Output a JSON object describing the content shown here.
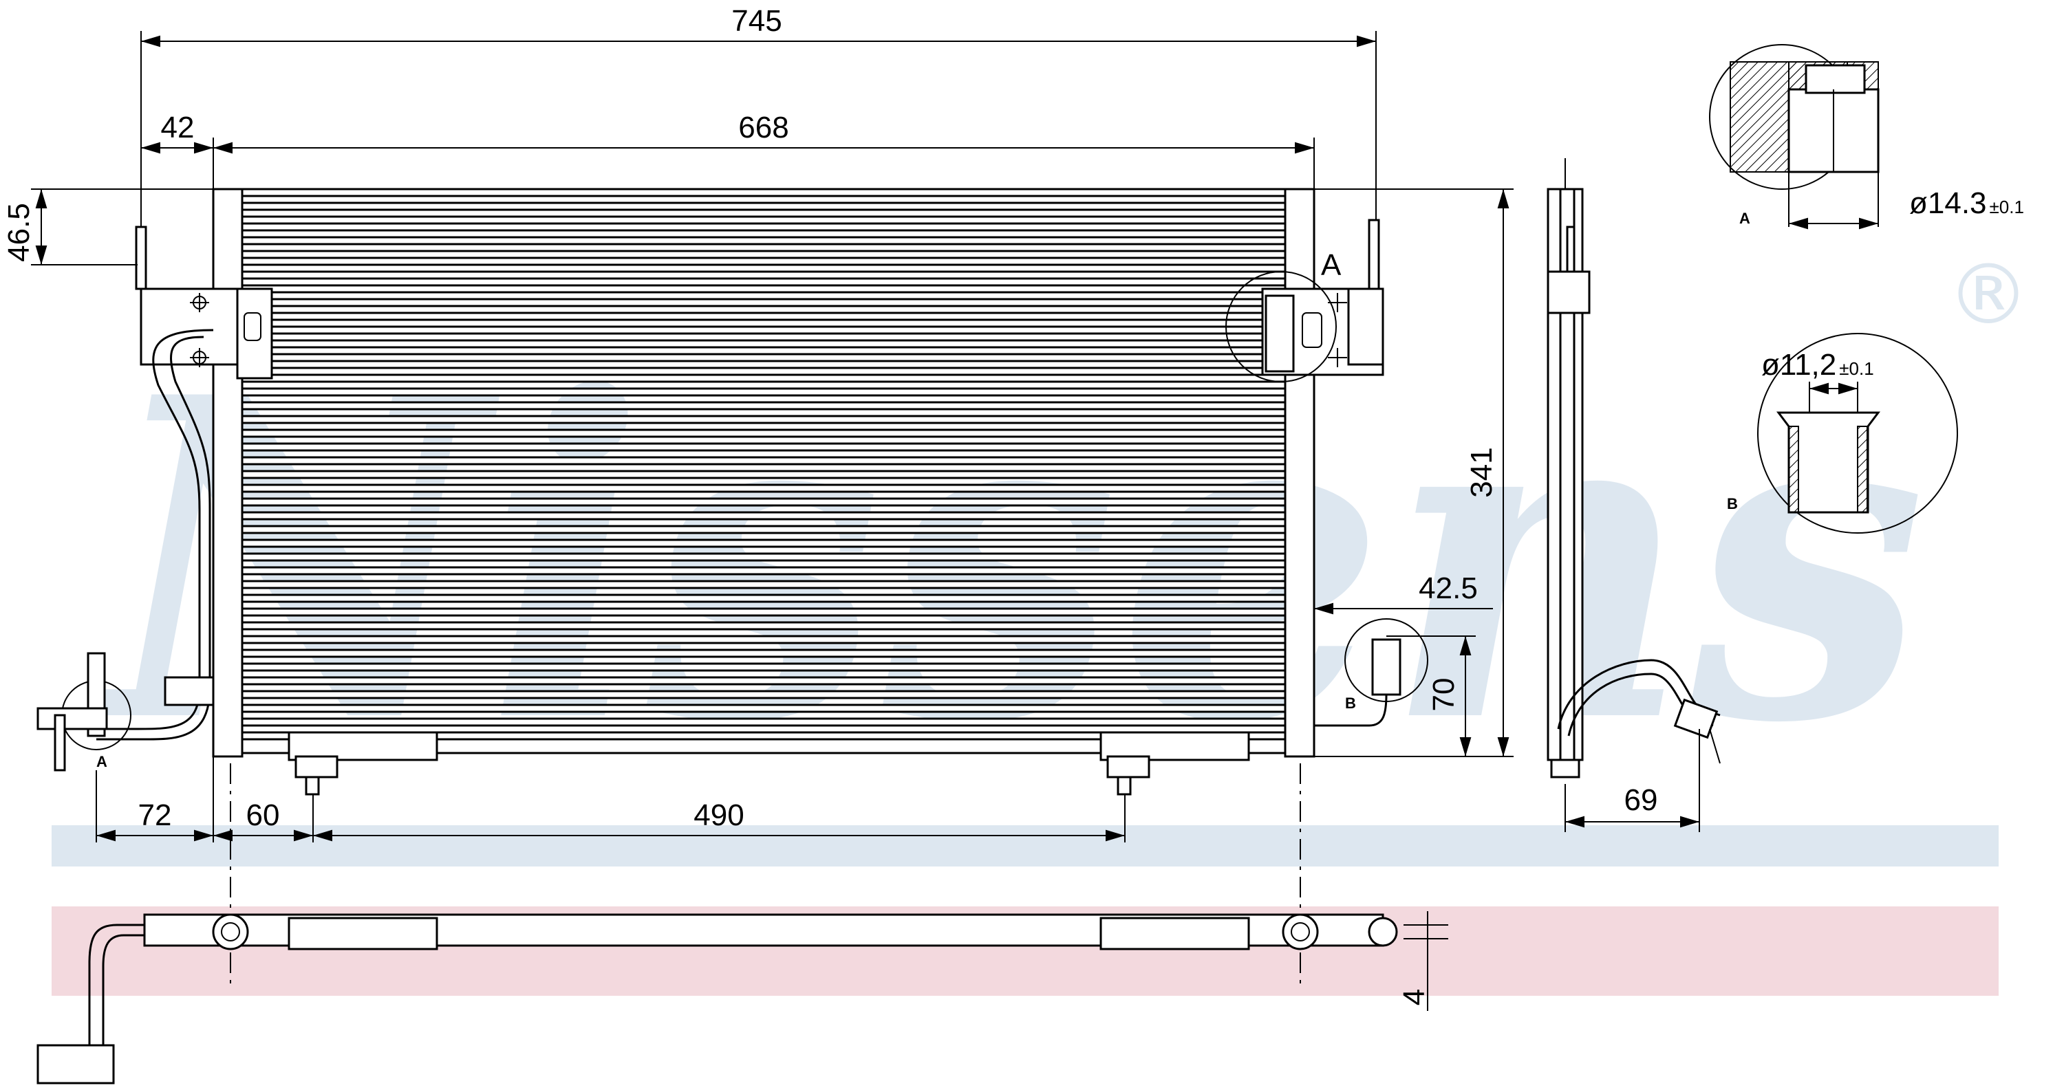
{
  "watermark": {
    "brand": "Nissens",
    "registered_mark": "®",
    "color_blue": "#dde7f0",
    "color_pink": "#f3d9de"
  },
  "dimensions": {
    "overall_width": "745",
    "core_width": "668",
    "left_offset": "42",
    "bracket_height": "46.5",
    "core_height": "341",
    "outlet_offset": "42.5",
    "outlet_height": "70",
    "inlet_offset": "72",
    "mount_offset": "60",
    "mount_spacing": "490",
    "depth_offset": "69",
    "thickness": "4",
    "fitting_a_diameter": "ø14.3",
    "fitting_a_tolerance": "±0.1",
    "fitting_b_diameter": "ø11,2",
    "fitting_b_tolerance": "±0.1"
  },
  "labels": {
    "detail_a": "A",
    "detail_b": "B",
    "callout_a_top": "A",
    "callout_a_bottom": "A",
    "callout_b": "B"
  }
}
